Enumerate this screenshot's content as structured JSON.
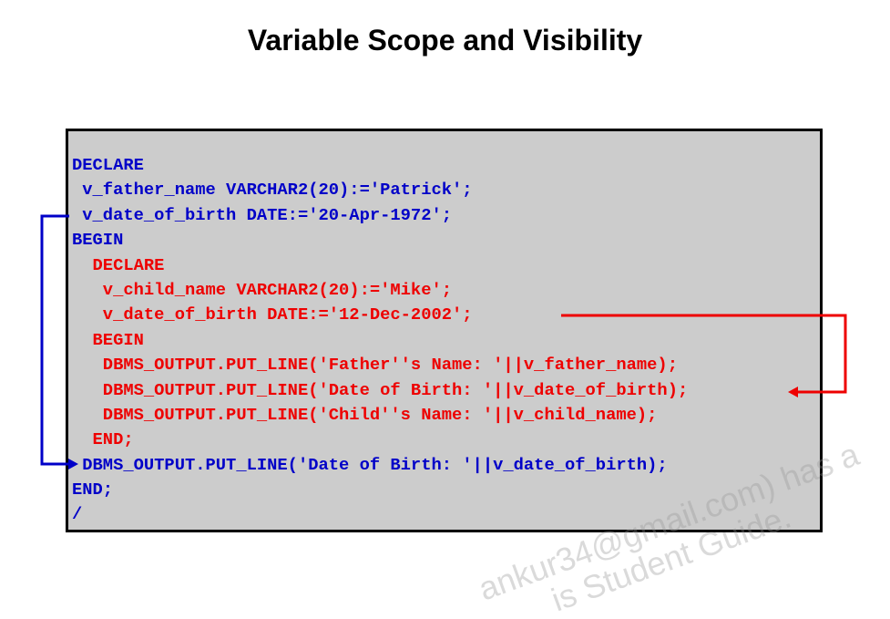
{
  "title": "Variable Scope and Visibility",
  "code": {
    "lines": [
      {
        "text": "DECLARE",
        "color": "#0000c8"
      },
      {
        "text": " v_father_name VARCHAR2(20):='Patrick';",
        "color": "#0000c8"
      },
      {
        "text": " v_date_of_birth DATE:='20-Apr-1972';",
        "color": "#0000c8"
      },
      {
        "text": "BEGIN",
        "color": "#0000c8"
      },
      {
        "text": "  DECLARE",
        "color": "#ee0000"
      },
      {
        "text": "   v_child_name VARCHAR2(20):='Mike';",
        "color": "#ee0000"
      },
      {
        "text": "   v_date_of_birth DATE:='12-Dec-2002';",
        "color": "#ee0000"
      },
      {
        "text": "  BEGIN",
        "color": "#ee0000"
      },
      {
        "text": "   DBMS_OUTPUT.PUT_LINE('Father''s Name: '||v_father_name);",
        "color": "#ee0000"
      },
      {
        "text": "   DBMS_OUTPUT.PUT_LINE('Date of Birth: '||v_date_of_birth);",
        "color": "#ee0000"
      },
      {
        "text": "   DBMS_OUTPUT.PUT_LINE('Child''s Name: '||v_child_name);",
        "color": "#ee0000"
      },
      {
        "text": "  END;",
        "color": "#ee0000"
      },
      {
        "text": " DBMS_OUTPUT.PUT_LINE('Date of Birth: '||v_date_of_birth);",
        "color": "#0000c8"
      },
      {
        "text": "END;",
        "color": "#0000c8"
      },
      {
        "text": "/",
        "color": "#0000c8"
      }
    ]
  },
  "watermark": {
    "line1": "ankur34@gmail.com) has a",
    "line2": "is Student Guide."
  },
  "colors": {
    "outer_block": "#0000c8",
    "inner_block": "#ee0000",
    "box_background": "#cccccc",
    "box_border": "#000000"
  }
}
